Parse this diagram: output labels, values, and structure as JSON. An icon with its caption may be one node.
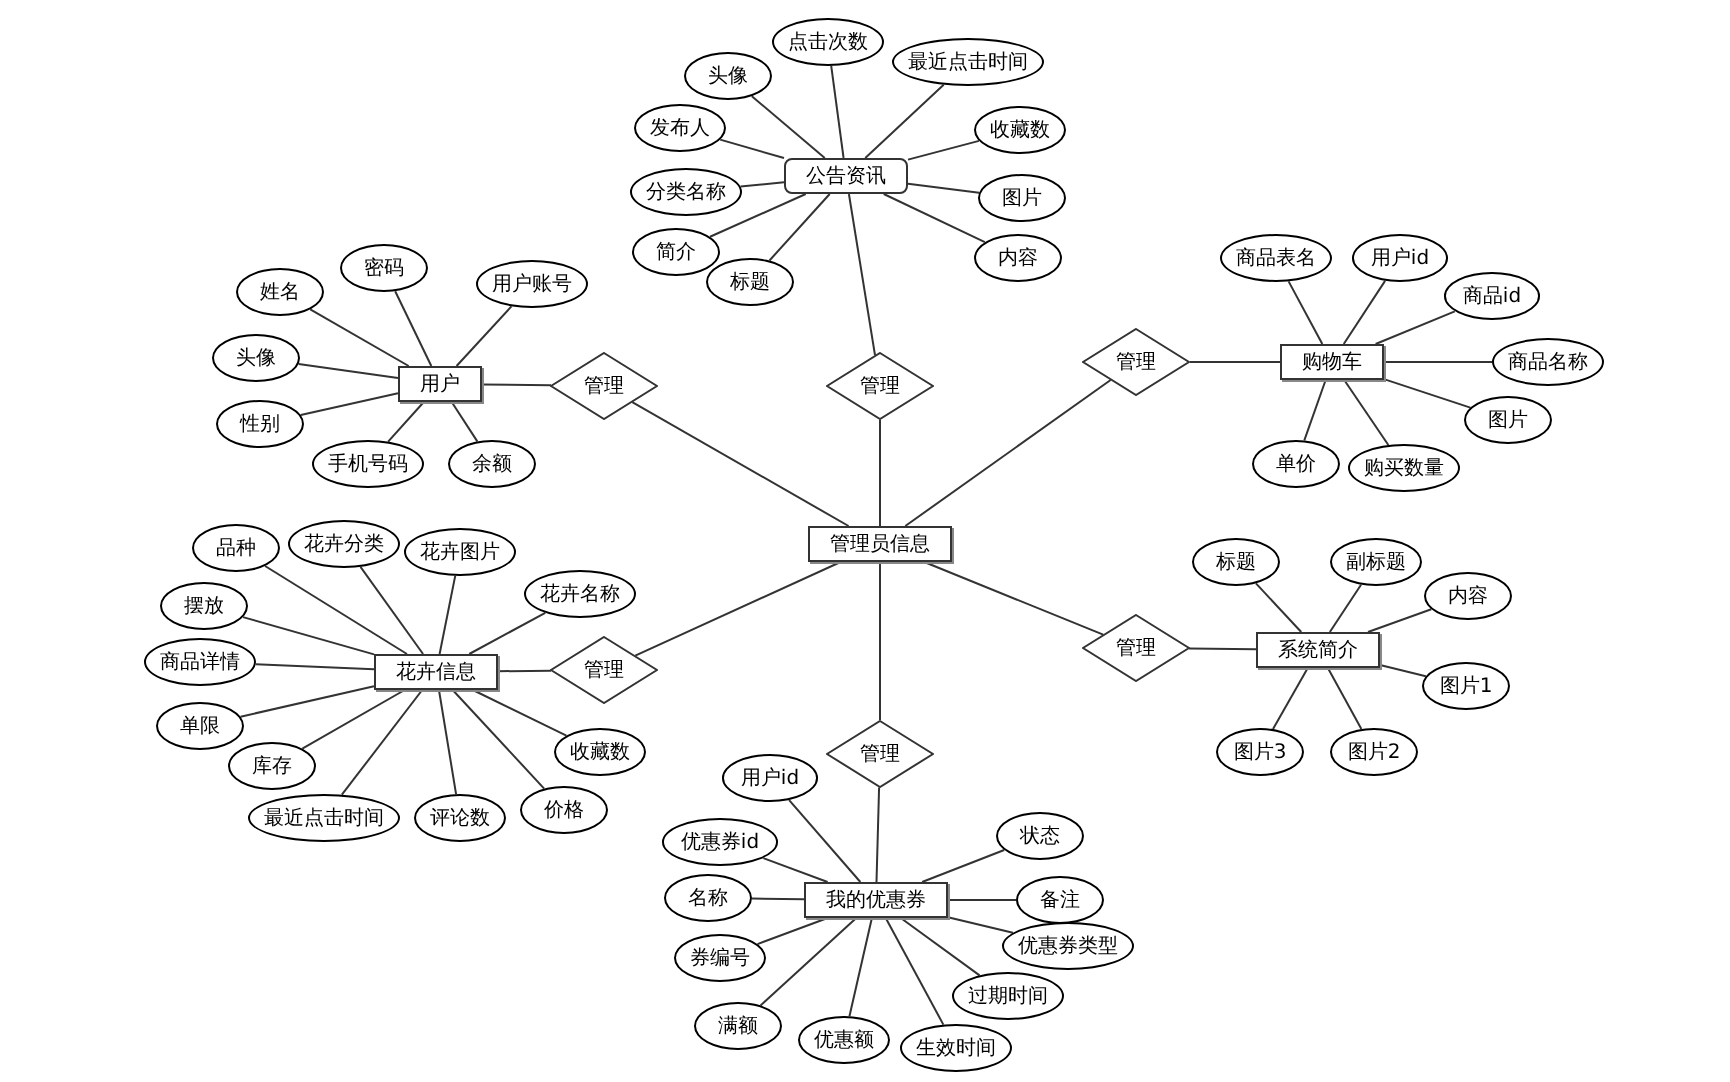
{
  "diagram": {
    "nodes": [
      {
        "text": [
          "公告资讯"
        ]
      },
      {
        "text": [
          "头像"
        ]
      },
      {
        "text": [
          "点击次数"
        ]
      },
      {
        "text": [
          "最近点击时间"
        ]
      },
      {
        "text": [
          "发布人"
        ]
      },
      {
        "text": [
          "分类名称"
        ]
      },
      {
        "text": [
          "简介"
        ]
      },
      {
        "text": [
          "标题"
        ]
      },
      {
        "text": [
          "收藏数"
        ]
      },
      {
        "text": [
          "图片"
        ]
      },
      {
        "text": [
          "内容"
        ]
      },
      {
        "text": [
          "用户"
        ]
      },
      {
        "text": [
          "姓名"
        ]
      },
      {
        "text": [
          "密码"
        ]
      },
      {
        "text": [
          "用户账号"
        ]
      },
      {
        "text": [
          "头像"
        ]
      },
      {
        "text": [
          "性别"
        ]
      },
      {
        "text": [
          "手机号码"
        ]
      },
      {
        "text": [
          "余额"
        ]
      },
      {
        "text": [
          "购物车"
        ]
      },
      {
        "text": [
          "商品表名"
        ]
      },
      {
        "text": [
          "用户id"
        ]
      },
      {
        "text": [
          "商品id"
        ]
      },
      {
        "text": [
          "商品名称"
        ]
      },
      {
        "text": [
          "图片"
        ]
      },
      {
        "text": [
          "单价"
        ]
      },
      {
        "text": [
          "购买数量"
        ]
      },
      {
        "text": [
          "管理员信息"
        ]
      },
      {
        "text": [
          "管理"
        ]
      },
      {
        "text": [
          "管理"
        ]
      },
      {
        "text": [
          "管理"
        ]
      },
      {
        "text": [
          "花卉信息"
        ]
      },
      {
        "text": [
          "品种"
        ]
      },
      {
        "text": [
          "花卉分类"
        ]
      },
      {
        "text": [
          "花卉图片"
        ]
      },
      {
        "text": [
          "花卉名称"
        ]
      },
      {
        "text": [
          "摆放"
        ]
      },
      {
        "text": [
          "商品详情"
        ]
      },
      {
        "text": [
          "单限"
        ]
      },
      {
        "text": [
          "库存"
        ]
      },
      {
        "text": [
          "最近点击时间"
        ]
      },
      {
        "text": [
          "评论数"
        ]
      },
      {
        "text": [
          "价格"
        ]
      },
      {
        "text": [
          "收藏数"
        ]
      },
      {
        "text": [
          "管理"
        ]
      },
      {
        "text": [
          "管理"
        ]
      },
      {
        "text": [
          "系统简介"
        ]
      },
      {
        "text": [
          "标题"
        ]
      },
      {
        "text": [
          "副标题"
        ]
      },
      {
        "text": [
          "内容"
        ]
      },
      {
        "text": [
          "图片1"
        ]
      },
      {
        "text": [
          "图片2"
        ]
      },
      {
        "text": [
          "图片3"
        ]
      },
      {
        "text": [
          "管理"
        ]
      },
      {
        "text": [
          "我的优惠券"
        ]
      },
      {
        "text": [
          "用户id"
        ]
      },
      {
        "text": [
          "优惠券id"
        ]
      },
      {
        "text": [
          "名称"
        ]
      },
      {
        "text": [
          "券编号"
        ]
      },
      {
        "text": [
          "满额"
        ]
      },
      {
        "text": [
          "优惠额"
        ]
      },
      {
        "text": [
          "生效时间"
        ]
      },
      {
        "text": [
          "过期时间"
        ]
      },
      {
        "text": [
          "优惠券类型"
        ]
      },
      {
        "text": [
          "备注"
        ]
      },
      {
        "text": [
          "状态"
        ]
      }
    ],
    "edges": [
      {
        "from": 1,
        "to": 0,
        "arrow": "none"
      },
      {
        "from": 2,
        "to": 0,
        "arrow": "none"
      },
      {
        "from": 3,
        "to": 0,
        "arrow": "none"
      },
      {
        "from": 4,
        "to": 0,
        "arrow": "none"
      },
      {
        "from": 5,
        "to": 0,
        "arrow": "none"
      },
      {
        "from": 6,
        "to": 0,
        "arrow": "none"
      },
      {
        "from": 7,
        "to": 0,
        "arrow": "none"
      },
      {
        "from": 8,
        "to": 0,
        "arrow": "none"
      },
      {
        "from": 9,
        "to": 0,
        "arrow": "none"
      },
      {
        "from": 10,
        "to": 0,
        "arrow": "none"
      },
      {
        "from": 12,
        "to": 11,
        "arrow": "none"
      },
      {
        "from": 13,
        "to": 11,
        "arrow": "none"
      },
      {
        "from": 14,
        "to": 11,
        "arrow": "none"
      },
      {
        "from": 15,
        "to": 11,
        "arrow": "none"
      },
      {
        "from": 16,
        "to": 11,
        "arrow": "none"
      },
      {
        "from": 17,
        "to": 11,
        "arrow": "none"
      },
      {
        "from": 18,
        "to": 11,
        "arrow": "none"
      },
      {
        "from": 20,
        "to": 19,
        "arrow": "none"
      },
      {
        "from": 21,
        "to": 19,
        "arrow": "none"
      },
      {
        "from": 22,
        "to": 19,
        "arrow": "none"
      },
      {
        "from": 23,
        "to": 19,
        "arrow": "none"
      },
      {
        "from": 24,
        "to": 19,
        "arrow": "none"
      },
      {
        "from": 25,
        "to": 19,
        "arrow": "none"
      },
      {
        "from": 26,
        "to": 19,
        "arrow": "none"
      },
      {
        "from": 0,
        "to": 28,
        "arrow": "none"
      },
      {
        "from": 28,
        "to": 27,
        "arrow": "none"
      },
      {
        "from": 11,
        "to": 29,
        "arrow": "none"
      },
      {
        "from": 29,
        "to": 27,
        "arrow": "none"
      },
      {
        "from": 19,
        "to": 30,
        "arrow": "none"
      },
      {
        "from": 30,
        "to": 27,
        "arrow": "none"
      },
      {
        "from": 32,
        "to": 31,
        "arrow": "none"
      },
      {
        "from": 33,
        "to": 31,
        "arrow": "none"
      },
      {
        "from": 34,
        "to": 31,
        "arrow": "none"
      },
      {
        "from": 35,
        "to": 31,
        "arrow": "none"
      },
      {
        "from": 36,
        "to": 31,
        "arrow": "none"
      },
      {
        "from": 37,
        "to": 31,
        "arrow": "none"
      },
      {
        "from": 38,
        "to": 31,
        "arrow": "none"
      },
      {
        "from": 39,
        "to": 31,
        "arrow": "none"
      },
      {
        "from": 40,
        "to": 31,
        "arrow": "none"
      },
      {
        "from": 41,
        "to": 31,
        "arrow": "none"
      },
      {
        "from": 42,
        "to": 31,
        "arrow": "none"
      },
      {
        "from": 43,
        "to": 31,
        "arrow": "none"
      },
      {
        "from": 31,
        "to": 44,
        "arrow": "none"
      },
      {
        "from": 44,
        "to": 27,
        "arrow": "none"
      },
      {
        "from": 46,
        "to": 45,
        "arrow": "none"
      },
      {
        "from": 45,
        "to": 27,
        "arrow": "none"
      },
      {
        "from": 47,
        "to": 46,
        "arrow": "none"
      },
      {
        "from": 48,
        "to": 46,
        "arrow": "none"
      },
      {
        "from": 49,
        "to": 46,
        "arrow": "none"
      },
      {
        "from": 50,
        "to": 46,
        "arrow": "none"
      },
      {
        "from": 51,
        "to": 46,
        "arrow": "none"
      },
      {
        "from": 52,
        "to": 46,
        "arrow": "none"
      },
      {
        "from": 27,
        "to": 53,
        "arrow": "none"
      },
      {
        "from": 53,
        "to": 54,
        "arrow": "none"
      },
      {
        "from": 55,
        "to": 54,
        "arrow": "none"
      },
      {
        "from": 56,
        "to": 54,
        "arrow": "none"
      },
      {
        "from": 57,
        "to": 54,
        "arrow": "none"
      },
      {
        "from": 58,
        "to": 54,
        "arrow": "none"
      },
      {
        "from": 59,
        "to": 54,
        "arrow": "none"
      },
      {
        "from": 60,
        "to": 54,
        "arrow": "none"
      },
      {
        "from": 61,
        "to": 54,
        "arrow": "none"
      },
      {
        "from": 62,
        "to": 54,
        "arrow": "none"
      },
      {
        "from": 63,
        "to": 54,
        "arrow": "none"
      },
      {
        "from": 64,
        "to": 54,
        "arrow": "none"
      },
      {
        "from": 65,
        "to": 54,
        "arrow": "none"
      }
    ]
  }
}
